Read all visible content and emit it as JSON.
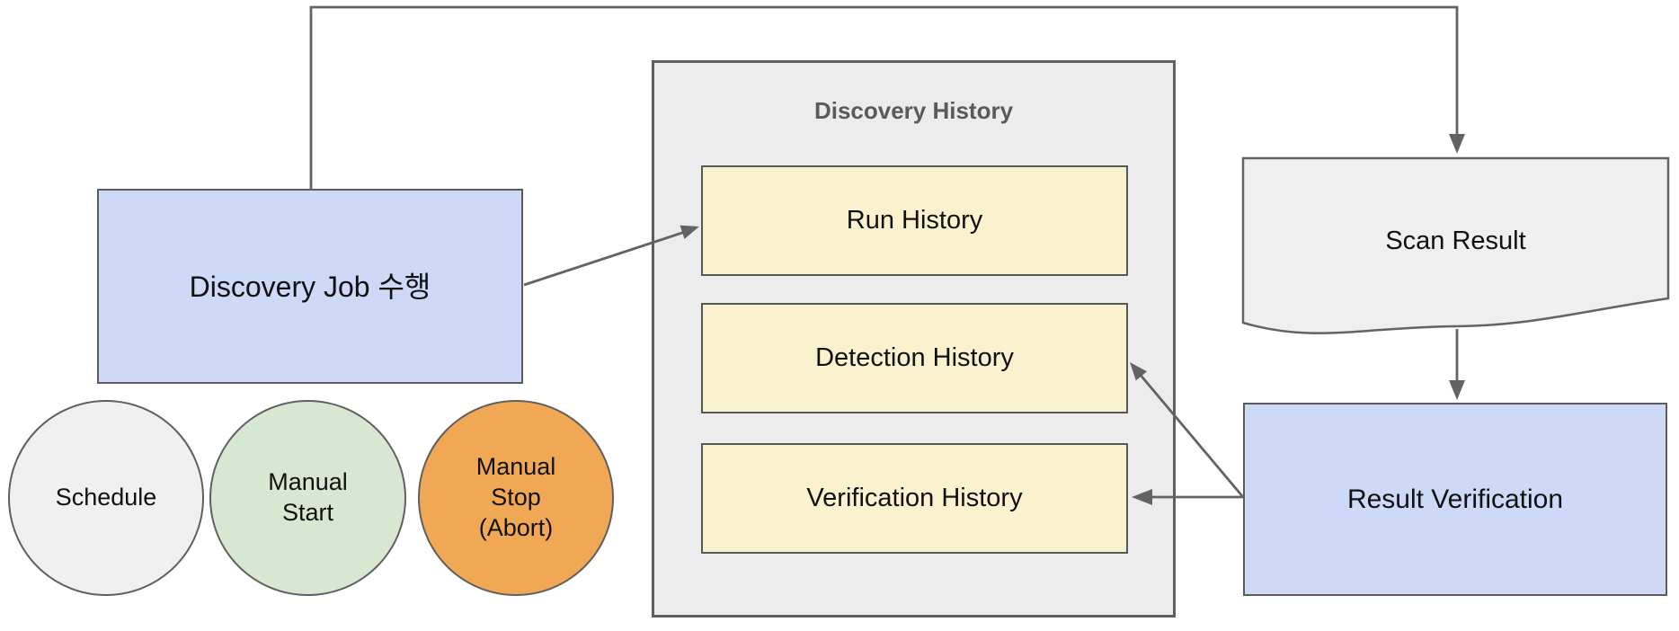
{
  "diagram": {
    "container_title": "Discovery History",
    "nodes": {
      "discovery_job": {
        "label": "Discovery Job 수행",
        "shape": "rectangle",
        "fill": "#cdd9f6"
      },
      "schedule": {
        "label": "Schedule",
        "shape": "circle",
        "fill": "#f0f0f0"
      },
      "manual_start": {
        "label": "Manual\nStart",
        "shape": "circle",
        "fill": "#d8e7d1"
      },
      "manual_stop": {
        "label": "Manual\nStop\n(Abort)",
        "shape": "circle",
        "fill": "#f0a855"
      },
      "run_history": {
        "label": "Run History",
        "shape": "rectangle",
        "fill": "#faf2cf"
      },
      "detection_history": {
        "label": "Detection History",
        "shape": "rectangle",
        "fill": "#faf2cf"
      },
      "verification_history": {
        "label": "Verification History",
        "shape": "rectangle",
        "fill": "#faf2cf"
      },
      "scan_result": {
        "label": "Scan Result",
        "shape": "document",
        "fill": "#efefef"
      },
      "result_verification": {
        "label": "Result Verification",
        "shape": "rectangle",
        "fill": "#cdd9f6"
      }
    },
    "edges": [
      {
        "from": "discovery_job",
        "to": "scan_result",
        "style": "orthogonal-top"
      },
      {
        "from": "discovery_job",
        "to": "run_history",
        "style": "straight"
      },
      {
        "from": "scan_result",
        "to": "result_verification",
        "style": "straight"
      },
      {
        "from": "result_verification",
        "to": "detection_history",
        "style": "straight"
      },
      {
        "from": "result_verification",
        "to": "verification_history",
        "style": "straight"
      }
    ],
    "colors": {
      "line": "#636363",
      "container_fill": "#ececec",
      "container_border": "#5f5f5f",
      "blue_fill": "#cdd9f6",
      "yellow_fill": "#faf2cf",
      "green_fill": "#d8e7d1",
      "orange_fill": "#f0a855",
      "gray_fill": "#efefef",
      "title_text": "#5a5a5a",
      "label_text": "#111111"
    }
  }
}
